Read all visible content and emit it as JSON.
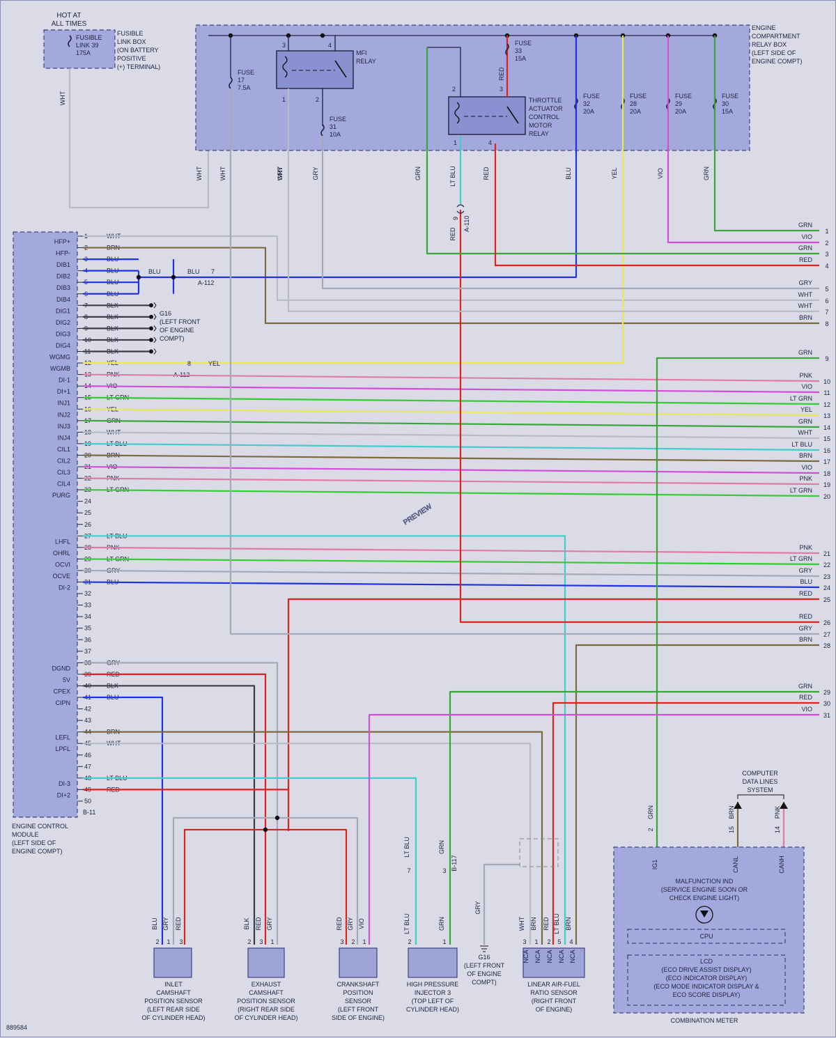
{
  "doc_id": "889584",
  "watermark": "PREVIEW",
  "colors": {
    "WHT": "#b8bac6",
    "GRY": "#a5a8b8",
    "BLU": "#2233dd",
    "BRN": "#7c6a3c",
    "BLK": "#3a3a48",
    "YEL": "#e8e85a",
    "PNK": "#e07aa6",
    "VIO": "#d34ed8",
    "LT GRN": "#33cc33",
    "GRN": "#3aa63a",
    "LT BLU": "#44cccc",
    "RED": "#dd2222"
  },
  "fusible_link": {
    "hot_label": "HOT AT\nALL TIMES",
    "fuse_label": "FUSIBLE\nLINK 39\n175A",
    "box_label": "FUSIBLE\nLINK BOX\n(ON BATTERY\nPOSITIVE\n(+) TERMINAL)"
  },
  "relay_box": {
    "label": "ENGINE\nCOMPARTMENT\nRELAY BOX\n(LEFT SIDE OF\nENGINE COMPT)",
    "mfi_relay": "MFI\nRELAY",
    "throttle_relay": "THROTTLE\nACTUATOR\nCONTROL\nMOTOR\nRELAY",
    "fuses": [
      {
        "label": "FUSE\n17\n7.5A"
      },
      {
        "label": "FUSE\n31\n10A"
      },
      {
        "label": "FUSE\n33\n15A"
      },
      {
        "label": "FUSE\n32\n20A"
      },
      {
        "label": "FUSE\n28\n20A"
      },
      {
        "label": "FUSE\n29\n20A"
      },
      {
        "label": "FUSE\n30\n15A"
      }
    ],
    "pins": [
      "3",
      "4",
      "1",
      "2",
      "2",
      "3",
      "1",
      "4"
    ]
  },
  "vertical_labels": [
    "WHT",
    "WHT",
    "GRY",
    "WHT",
    "GRY",
    "GRN",
    "LT BLU",
    "RED",
    "BLU",
    "YEL",
    "VIO",
    "GRN",
    "RED",
    "RED"
  ],
  "connector_a110": {
    "pin": "9",
    "label": "A-110"
  },
  "ecm": {
    "label": "ENGINE CONTROL\nMODULE\n(LEFT SIDE OF\nENGINE COMPT)",
    "connector": "B-11",
    "pins": [
      {
        "n": "1",
        "name": "HFP+",
        "wire": "WHT"
      },
      {
        "n": "2",
        "name": "HFP-",
        "wire": "BRN"
      },
      {
        "n": "3",
        "name": "DIB1",
        "wire": "BLU"
      },
      {
        "n": "4",
        "name": "DIB2",
        "wire": "BLU"
      },
      {
        "n": "5",
        "name": "DIB3",
        "wire": "BLU"
      },
      {
        "n": "6",
        "name": "DIB4",
        "wire": "BLU"
      },
      {
        "n": "7",
        "name": "DIG1",
        "wire": "BLK"
      },
      {
        "n": "8",
        "name": "DIG2",
        "wire": "BLK"
      },
      {
        "n": "9",
        "name": "DIG3",
        "wire": "BLK"
      },
      {
        "n": "10",
        "name": "DIG4",
        "wire": "BLK"
      },
      {
        "n": "11",
        "name": "WGMG",
        "wire": "BLK"
      },
      {
        "n": "12",
        "name": "WGMB",
        "wire": "YEL"
      },
      {
        "n": "13",
        "name": "DI-1",
        "wire": "PNK"
      },
      {
        "n": "14",
        "name": "DI+1",
        "wire": "VIO"
      },
      {
        "n": "15",
        "name": "INJ1",
        "wire": "LT GRN"
      },
      {
        "n": "16",
        "name": "INJ2",
        "wire": "YEL"
      },
      {
        "n": "17",
        "name": "INJ3",
        "wire": "GRN"
      },
      {
        "n": "18",
        "name": "INJ4",
        "wire": "WHT"
      },
      {
        "n": "19",
        "name": "CIL1",
        "wire": "LT BLU"
      },
      {
        "n": "20",
        "name": "CIL2",
        "wire": "BRN"
      },
      {
        "n": "21",
        "name": "CIL3",
        "wire": "VIO"
      },
      {
        "n": "22",
        "name": "CIL4",
        "wire": "PNK"
      },
      {
        "n": "23",
        "name": "PURG",
        "wire": "LT GRN"
      },
      {
        "n": "24",
        "name": "",
        "wire": ""
      },
      {
        "n": "25",
        "name": "",
        "wire": ""
      },
      {
        "n": "26",
        "name": "",
        "wire": ""
      },
      {
        "n": "27",
        "name": "LHFL",
        "wire": "LT BLU"
      },
      {
        "n": "28",
        "name": "OHRL",
        "wire": "PNK"
      },
      {
        "n": "29",
        "name": "OCVI",
        "wire": "LT GRN"
      },
      {
        "n": "30",
        "name": "OCVE",
        "wire": "GRY"
      },
      {
        "n": "31",
        "name": "DI-2",
        "wire": "BLU"
      },
      {
        "n": "32",
        "name": "",
        "wire": ""
      },
      {
        "n": "33",
        "name": "",
        "wire": ""
      },
      {
        "n": "34",
        "name": "",
        "wire": ""
      },
      {
        "n": "35",
        "name": "",
        "wire": ""
      },
      {
        "n": "36",
        "name": "",
        "wire": ""
      },
      {
        "n": "37",
        "name": "",
        "wire": ""
      },
      {
        "n": "38",
        "name": "DGND",
        "wire": "GRY"
      },
      {
        "n": "39",
        "name": "5V",
        "wire": "RED"
      },
      {
        "n": "40",
        "name": "CPEX",
        "wire": "BLK"
      },
      {
        "n": "41",
        "name": "CIPN",
        "wire": "BLU"
      },
      {
        "n": "42",
        "name": "",
        "wire": ""
      },
      {
        "n": "43",
        "name": "",
        "wire": ""
      },
      {
        "n": "44",
        "name": "LEFL",
        "wire": "BRN"
      },
      {
        "n": "45",
        "name": "LPFL",
        "wire": "WHT"
      },
      {
        "n": "46",
        "name": "",
        "wire": ""
      },
      {
        "n": "47",
        "name": "",
        "wire": ""
      },
      {
        "n": "48",
        "name": "DI-3",
        "wire": "LT BLU"
      },
      {
        "n": "49",
        "name": "DI+2",
        "wire": "RED"
      },
      {
        "n": "50",
        "name": "",
        "wire": ""
      }
    ]
  },
  "mid_labels": {
    "blu_a": "BLU",
    "blu_b": "BLU",
    "a112_7_pin": "7",
    "a112_7": "A-112",
    "g16": "G16\n(LEFT FRONT\nOF ENGINE\nCOMPT)",
    "a112_8_pin": "8",
    "a112_8": "A-112",
    "yel": "YEL"
  },
  "right_pins": [
    {
      "n": "1",
      "wire": "GRN"
    },
    {
      "n": "2",
      "wire": "VIO"
    },
    {
      "n": "3",
      "wire": "GRN"
    },
    {
      "n": "4",
      "wire": "RED"
    },
    {
      "n": "5",
      "wire": "GRY"
    },
    {
      "n": "6",
      "wire": "WHT"
    },
    {
      "n": "7",
      "wire": "WHT"
    },
    {
      "n": "8",
      "wire": "BRN"
    },
    {
      "n": "9",
      "wire": "GRN"
    },
    {
      "n": "10",
      "wire": "PNK"
    },
    {
      "n": "11",
      "wire": "VIO"
    },
    {
      "n": "12",
      "wire": "LT GRN"
    },
    {
      "n": "13",
      "wire": "YEL"
    },
    {
      "n": "14",
      "wire": "GRN"
    },
    {
      "n": "15",
      "wire": "WHT"
    },
    {
      "n": "16",
      "wire": "LT BLU"
    },
    {
      "n": "17",
      "wire": "BRN"
    },
    {
      "n": "18",
      "wire": "VIO"
    },
    {
      "n": "19",
      "wire": "PNK"
    },
    {
      "n": "20",
      "wire": "LT GRN"
    },
    {
      "n": "21",
      "wire": "PNK"
    },
    {
      "n": "22",
      "wire": "LT GRN"
    },
    {
      "n": "23",
      "wire": "GRY"
    },
    {
      "n": "24",
      "wire": "BLU"
    },
    {
      "n": "25",
      "wire": "RED"
    },
    {
      "n": "26",
      "wire": "RED"
    },
    {
      "n": "27",
      "wire": "GRY"
    },
    {
      "n": "28",
      "wire": "BRN"
    },
    {
      "n": "29",
      "wire": "GRN"
    },
    {
      "n": "30",
      "wire": "RED"
    },
    {
      "n": "31",
      "wire": "VIO"
    }
  ],
  "bottom": {
    "inlet": {
      "label": "INLET\nCAMSHAFT\nPOSITION SENSOR\n(LEFT REAR SIDE\nOF CYLINDER HEAD)",
      "wires": [
        "BLU",
        "GRY",
        "RED"
      ],
      "pins": [
        "2",
        "1",
        "3"
      ]
    },
    "exhaust": {
      "label": "EXHAUST\nCAMSHAFT\nPOSITION SENSOR\n(RIGHT REAR SIDE\nOF CYLINDER HEAD)",
      "wires": [
        "BLK",
        "RED",
        "GRY"
      ],
      "pins": [
        "2",
        "3",
        "1"
      ]
    },
    "crank": {
      "label": "CRANKSHAFT\nPOSITION\nSENSOR\n(LEFT FRONT\nSIDE OF ENGINE)",
      "wires": [
        "RED",
        "GRY",
        "VIO"
      ],
      "pins": [
        "3",
        "2",
        "1"
      ]
    },
    "injector": {
      "label": "HIGH PRESSURE\nINJECTOR 3\n(TOP LEFT OF\nCYLINDER HEAD)",
      "wires": [
        "LT BLU",
        "GRN"
      ],
      "pins": [
        "2",
        "1"
      ],
      "upper_wires": [
        "LT BLU",
        "GRN"
      ],
      "upper_pins": [
        "7",
        "3"
      ],
      "connector": "B-117"
    },
    "g16_bottom": {
      "label": "G16\n(LEFT FRONT\nOF ENGINE\nCOMPT)",
      "wire": "GRY"
    },
    "af_sensor": {
      "label": "LINEAR AIR-FUEL\nRATIO SENSOR\n(RIGHT FRONT\nOF ENGINE)",
      "wires": [
        "WHT",
        "BRN",
        "RED",
        "LT BLU",
        "BRN"
      ],
      "pins": [
        "3",
        "1",
        "2",
        "5",
        "4"
      ],
      "nca": "NCA"
    },
    "meter": {
      "label": "COMBINATION METER",
      "title": "MALFUNCTION IND\n(SERVICE ENGINE SOON OR\nCHECK ENGINE LIGHT)",
      "cpu": "CPU",
      "lcd": "LCD\n(ECO DRIVE ASSIST DISPLAY)\n(ECO INDICATOR DISPLAY)\n(ECO MODE INDICATOR DISPLAY &\nECO SCORE DISPLAY)",
      "pins": [
        {
          "n": "2",
          "name": "IG1",
          "wire": "GRN"
        },
        {
          "n": "15",
          "name": "CANL",
          "wire": "BRN"
        },
        {
          "n": "14",
          "name": "CANH",
          "wire": "PNK"
        }
      ],
      "data_lines": "COMPUTER\nDATA LINES\nSYSTEM"
    }
  }
}
